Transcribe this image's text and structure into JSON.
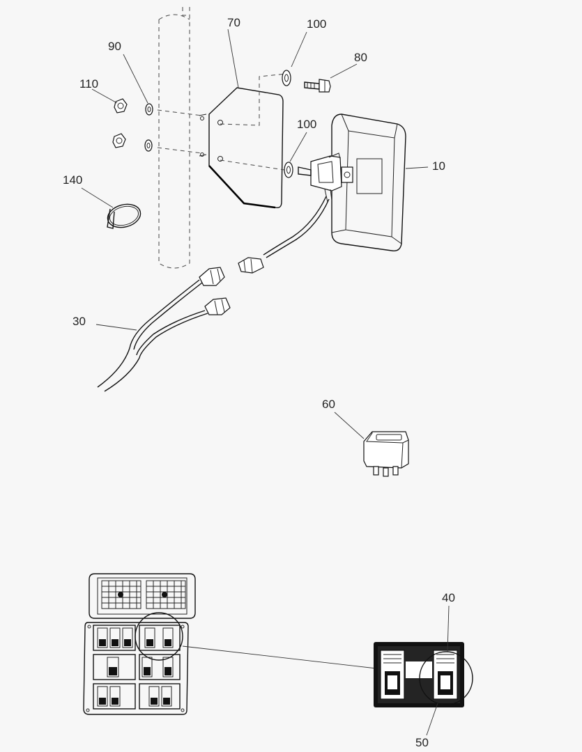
{
  "callouts": {
    "c10": "10",
    "c30": "30",
    "c40": "40",
    "c50": "50",
    "c60": "60",
    "c70": "70",
    "c80": "80",
    "c90": "90",
    "c100a": "100",
    "c100b": "100",
    "c110": "110",
    "c140": "140"
  }
}
